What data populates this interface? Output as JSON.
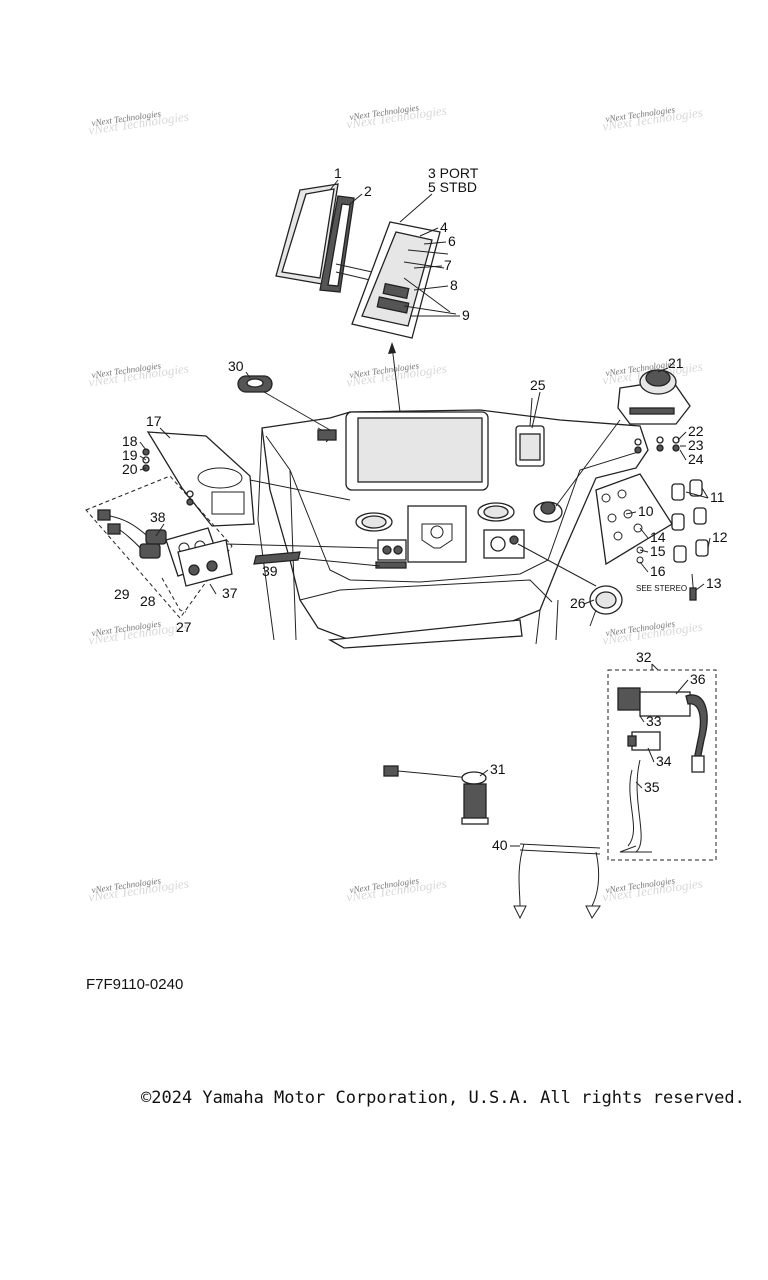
{
  "watermark": "vNext Technologies",
  "callouts": {
    "c1": "1",
    "c2": "2",
    "c3": "3 PORT",
    "c5": "5 STBD",
    "c4": "4",
    "c6": "6",
    "c7": "7",
    "c8": "8",
    "c9": "9",
    "c10": "10",
    "c11": "11",
    "c12": "12",
    "c13": "13",
    "c14": "14",
    "c15": "15",
    "c16": "16",
    "c17": "17",
    "c18": "18",
    "c19": "19",
    "c20": "20",
    "c21": "21",
    "c22": "22",
    "c23": "23",
    "c24": "24",
    "c25": "25",
    "c26": "26",
    "c27": "27",
    "c28": "28",
    "c29": "29",
    "c30": "30",
    "c31": "31",
    "c32": "32",
    "c33": "33",
    "c34": "34",
    "c35": "35",
    "c36": "36",
    "c37": "37",
    "c38": "38",
    "c39": "39",
    "c40": "40"
  },
  "see_stereo": "SEE STEREO",
  "diagram_code": "F7F9110-0240",
  "copyright": "©2024 Yamaha Motor Corporation, U.S.A. All rights reserved."
}
